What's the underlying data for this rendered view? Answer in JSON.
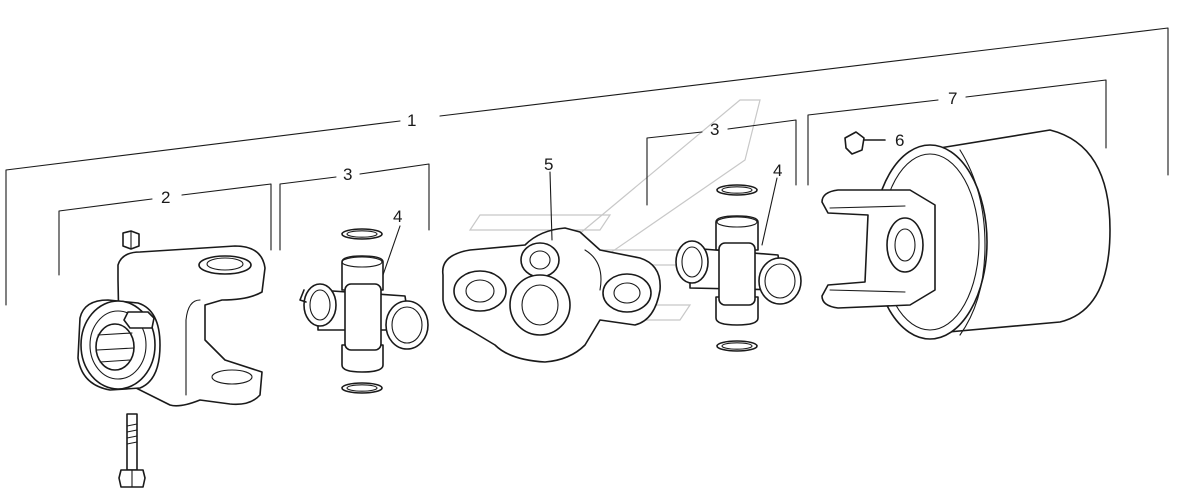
{
  "callouts": {
    "assembly": "1",
    "yoke": "2",
    "cross_kit_left": "3",
    "cross_kit_right": "3",
    "spider_left": "4",
    "spider_right": "4",
    "center_coupler": "5",
    "grease_fitting": "6",
    "tube_yoke": "7"
  },
  "colors": {
    "line": "#1a1a1a",
    "watermark": "#c8c8c8",
    "background": "#ffffff"
  }
}
